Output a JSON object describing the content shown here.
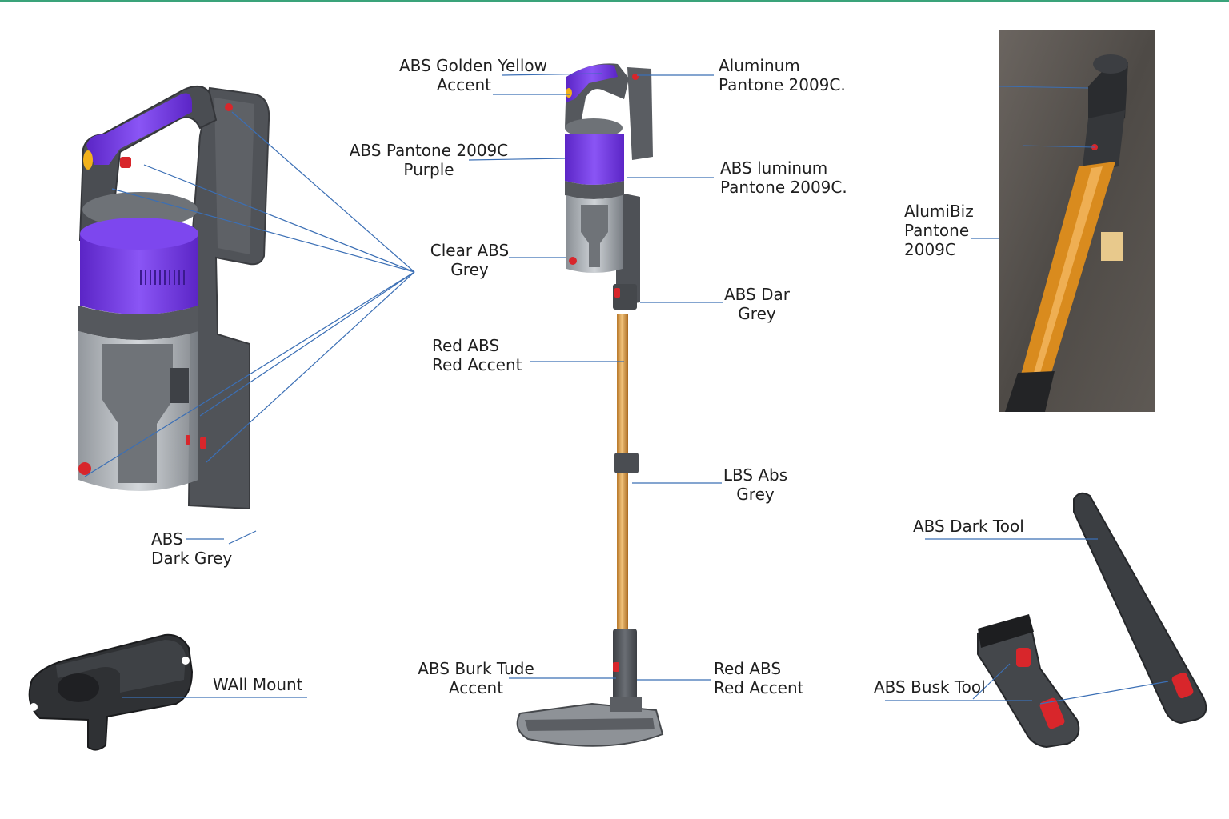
{
  "colors": {
    "purple": "#7b3ff2",
    "dark_grey": "#4a4d52",
    "light_grey": "#9ea3a8",
    "gold": "#e2a650",
    "red": "#d8262b",
    "yellow": "#f2b21b",
    "leader_line": "#3b6fb5"
  },
  "labels": {
    "golden_yellow": [
      "ABS Golden Yellow",
      "Accent"
    ],
    "aluminum_top": [
      "Aluminum",
      "Pantone 2009C."
    ],
    "pantone_purple": [
      "ABS Pantone 2009C",
      "Purple"
    ],
    "luminum": [
      "ABS luminum",
      "Pantone 2009C."
    ],
    "alumibiz": [
      "AlumiBiz",
      "Pantone",
      "2009C"
    ],
    "clear_abs": [
      "Clear ABS",
      "Grey"
    ],
    "dar_grey": [
      "ABS Dar",
      "Grey"
    ],
    "red_abs_mid": [
      "Red ABS",
      "Red Accent"
    ],
    "lbs_abs": [
      "LBS Abs",
      "Grey"
    ],
    "abs_dark_grey": [
      "ABS",
      "Dark Grey"
    ],
    "dark_tool": [
      "ABS Dark Tool"
    ],
    "wall_mount": [
      "WAll Mount"
    ],
    "burk_tude": [
      "ABS Burk Tude",
      "Accent"
    ],
    "red_abs_bottom": [
      "Red ABS",
      "Red Accent"
    ],
    "busk_tool": [
      "ABS Busk Tool"
    ]
  }
}
